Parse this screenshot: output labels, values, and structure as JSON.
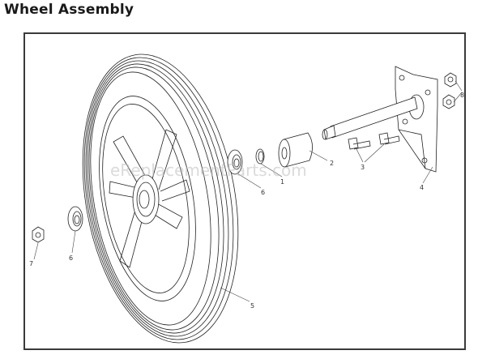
{
  "title": "Wheel Assembly",
  "watermark": "eReplacementParts.com",
  "callouts": {
    "c1": "1",
    "c2": "2",
    "c3": "3",
    "c4": "4",
    "c5": "5",
    "c6a": "6",
    "c6b": "6",
    "c7": "7",
    "c8": "8"
  }
}
